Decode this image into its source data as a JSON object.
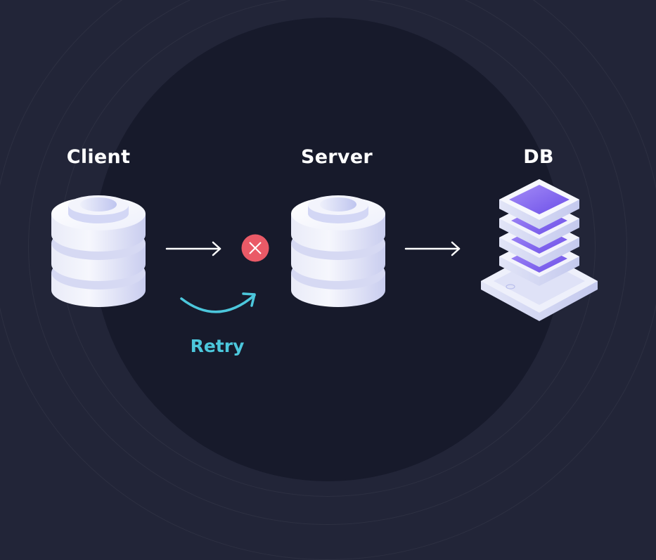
{
  "diagram": {
    "nodes": [
      {
        "id": "client",
        "label": "Client",
        "icon": "server-stack-icon"
      },
      {
        "id": "server",
        "label": "Server",
        "icon": "server-stack-icon"
      },
      {
        "id": "db",
        "label": "DB",
        "icon": "database-layers-icon"
      }
    ],
    "edges": [
      {
        "from": "client",
        "to": "server",
        "status": "failed",
        "marker": "error-x-icon"
      },
      {
        "from": "server",
        "to": "db",
        "status": "ok"
      }
    ],
    "retry": {
      "label": "Retry",
      "icon": "curved-arrow-icon"
    },
    "colors": {
      "background": "#222538",
      "inner_circle": "#171a2b",
      "error": "#ea5a67",
      "retry": "#4cc7dc",
      "db_accent": "#7c5ff0",
      "text": "#ffffff"
    }
  }
}
